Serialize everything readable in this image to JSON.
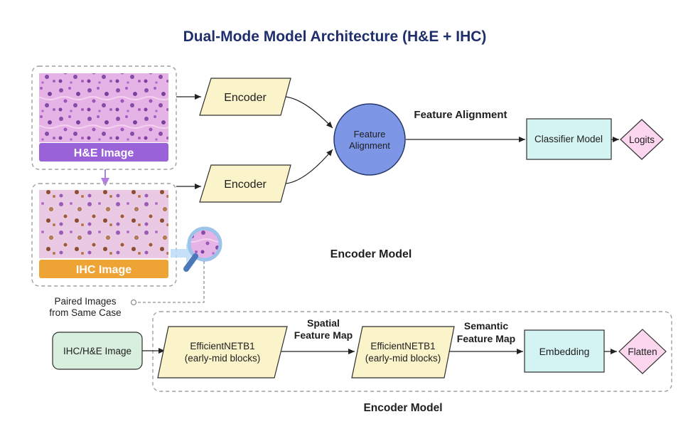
{
  "title": "Dual-Mode Model Architecture (H&E + IHC)",
  "top": {
    "he_label": "H&E Image",
    "ihc_label": "IHC Image",
    "encoder_1": "Encoder",
    "encoder_2": "Encoder",
    "alignment_node_line1": "Feature",
    "alignment_node_line2": "Alignment",
    "alignment_caption": "Feature Alignment",
    "classifier": "Classifier Model",
    "logits": "Logits",
    "encoder_model_caption": "Encoder Model",
    "paired_line1": "Paired Images",
    "paired_line2": "from Same Case"
  },
  "bottom": {
    "input": "IHC/H&E Image",
    "block1_line1": "EfficientNETB1",
    "block1_line2": "(early-mid blocks)",
    "spatial_line1": "Spatial",
    "spatial_line2": "Feature Map",
    "block2_line1": "EfficientNETB1",
    "block2_line2": "(early-mid blocks)",
    "semantic_line1": "Semantic",
    "semantic_line2": "Feature Map",
    "embedding": "Embedding",
    "flatten": "Flatten",
    "caption": "Encoder Model"
  },
  "colors": {
    "title": "#1f2f6b",
    "encoder_fill": "#fbf3c9",
    "he_label": "#9a62d8",
    "ihc_label": "#eea335",
    "alignment_fill": "#7d97e6",
    "classifier_fill": "#d4f3f3",
    "diamond_fill": "#fbd6ee",
    "input_fill": "#d9efdd",
    "embedding_fill": "#d4f3f3"
  }
}
